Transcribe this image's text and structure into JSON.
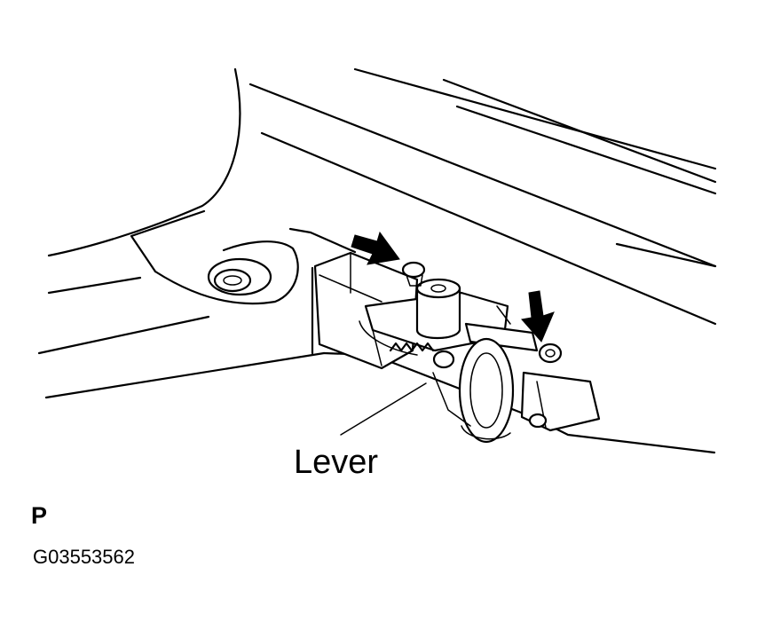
{
  "diagram": {
    "callout_lever": "Lever",
    "view_label": "P",
    "figure_code": "G03553562",
    "icons": {
      "arrow_left": "arrow-icon",
      "arrow_right": "arrow-icon"
    }
  }
}
